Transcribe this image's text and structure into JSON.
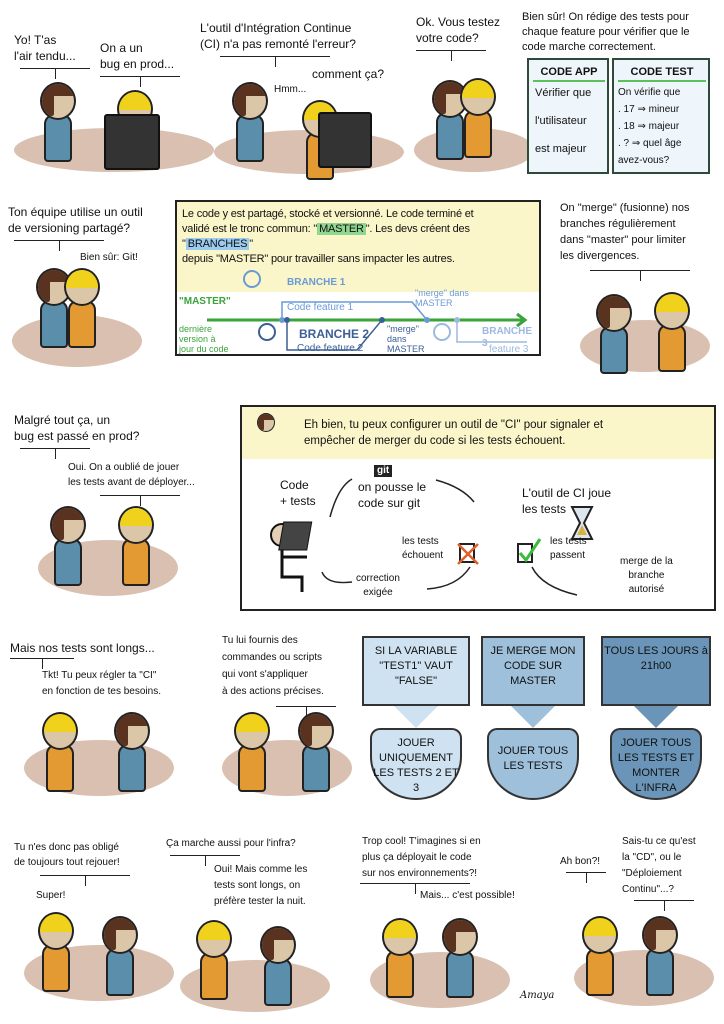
{
  "row1": {
    "p1": {
      "a": "Yo! T'as\nl'air tendu...",
      "b": "On a un\nbug en prod..."
    },
    "p2": {
      "a": "L'outil d'Intégration Continue\n(CI) n'a pas remonté l'erreur?",
      "b": "comment ça?",
      "c": "Hmm..."
    },
    "p3": {
      "a": "Ok. Vous testez\nvotre code?",
      "b": "Bien sûr! On rédige des tests pour\nchaque feature pour vérifier que le\ncode marche correctement.",
      "code_app_title": "CODE APP",
      "code_app_body": "Vérifier que\n\nl'utilisateur\n\nest majeur",
      "code_test_title": "CODE TEST",
      "code_test_body": "On vérifie que\n. 17 ⇒ mineur\n. 18 ⇒ majeur\n. ? ⇒ quel âge\n   avez-vous?"
    }
  },
  "row2": {
    "p1": {
      "a": "Ton équipe utilise un outil\nde versioning partagé?",
      "b": "Bien sûr: Git!"
    },
    "p2": {
      "intro_1": "Le code y est partagé, stocké et versionné. Le code terminé et",
      "intro_2a": "validé est le tronc commun: \"",
      "master": "MASTER",
      "intro_2b": "\". Les devs créent des \"",
      "branches": "BRANCHES",
      "intro_2c": "\"",
      "intro_3": "depuis \"MASTER\" pour travailler sans impacter les autres.",
      "master_label": "\"MASTER\"",
      "master_desc": "dernière\nversion à\njour du code",
      "branch1": "BRANCHE 1",
      "feature1": "Code feature 1",
      "merge1": "\"merge\" dans\nMASTER",
      "branch2": "BRANCHE 2",
      "feature2": "Code feature 2",
      "merge2": "\"merge\"\ndans\nMASTER",
      "branch3": "BRANCHE 3",
      "feature3": "feature 3"
    },
    "p3": {
      "a": "On \"merge\" (fusionne) nos\nbranches régulièrement\ndans \"master\" pour limiter\nles divergences."
    }
  },
  "row3": {
    "p1": {
      "a": "Malgré tout ça, un\nbug est passé en prod?",
      "b": "Oui. On a oublié de jouer\nles tests avant de déployer..."
    },
    "p2": {
      "intro": "Eh bien, tu peux configurer un outil de \"CI\" pour signaler et\nempêcher de merger du code si les tests échouent.",
      "git_logo": "git",
      "code_tests": "Code\n+ tests",
      "push": "on pousse le\ncode sur git",
      "ci_runs": "L'outil de CI joue\nles tests",
      "fail": "les tests\néchouent",
      "pass": "les tests\npassent",
      "fix": "correction\nexigée",
      "merge_ok": "merge de la\nbranche\nautorisé"
    }
  },
  "row4": {
    "p1": {
      "a": "Mais nos tests sont longs...",
      "b": "Tkt! Tu peux régler ta \"CI\"\nen fonction de tes besoins."
    },
    "p2": {
      "a": "Tu lui fournis des\ncommandes ou scripts\nqui vont s'appliquer\nà des actions précises."
    },
    "flows": [
      {
        "trigger": "SI LA VARIABLE\n\"TEST1\" VAUT\n\"FALSE\"",
        "action": "JOUER\nUNIQUEMENT\nLES TESTS\n2 ET 3",
        "color": "#cfe2f1"
      },
      {
        "trigger": "JE MERGE\nMON CODE\nSUR MASTER",
        "action": "JOUER\nTOUS LES\nTESTS",
        "color": "#9fc0da"
      },
      {
        "trigger": "TOUS LES\nJOURS\nà 21h00",
        "action": "JOUER TOUS\nLES TESTS ET\nMONTER\nL'INFRA",
        "color": "#6a95b8"
      }
    ]
  },
  "row5": {
    "p1": {
      "a": "Tu n'es donc pas obligé\nde toujours tout rejouer!",
      "b": "Super!"
    },
    "p2": {
      "a": "Ça marche aussi pour l'infra?",
      "b": "Oui! Mais comme les\ntests sont longs, on\npréfère tester la nuit."
    },
    "p3": {
      "a": "Trop cool! T'imagines si en\nplus ça déployait le code\nsur nos environnements?!",
      "b": "Mais... c'est possible!"
    },
    "p4": {
      "a": "Ah bon?!",
      "b": "Sais-tu ce qu'est\nla \"CD\", ou le\n\"Déploiement\nContinu\"...?"
    },
    "signature": "Amaya"
  }
}
